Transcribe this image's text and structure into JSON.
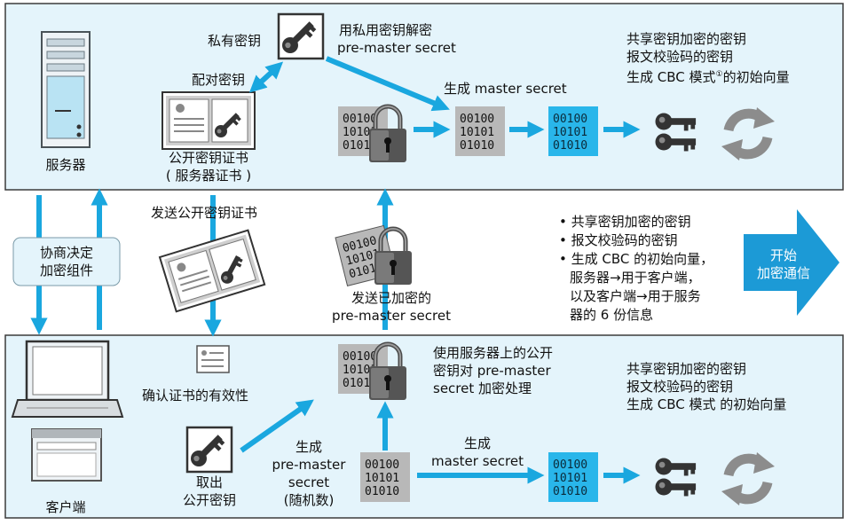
{
  "server": {
    "label": "服务器",
    "private_key_label": "私有密钥",
    "pair_label": "配对密钥",
    "decrypt_line1": "用私用密钥解密",
    "decrypt_line2": "pre-master secret",
    "cert_line1": "公开密钥证书",
    "cert_line2": "( 服务器证书 )",
    "generate_master": "生成 master secret",
    "keys_line1": "共享密钥加密的密钥",
    "keys_line2": "报文校验码的密钥",
    "keys_line3_pre": "生成 CBC 模式",
    "keys_line3_sup": "①",
    "keys_line3_post": "的初始向量",
    "binary_line1": "00100",
    "binary_line2": "10101",
    "binary_line3": "01010"
  },
  "middle": {
    "negotiate_line1": "协商决定",
    "negotiate_line2": "加密组件",
    "send_cert": "发送公开密钥证书",
    "send_encrypted_line1": "发送已加密的",
    "send_encrypted_line2": "pre-master secret",
    "bullets": [
      "共享密钥加密的密钥",
      "报文校验码的密钥",
      "生成 CBC 的初始向量，",
      "服务器→用于客户端，",
      "以及客户端→用于服务",
      "器的 6 份信息"
    ],
    "start_line1": "开始",
    "start_line2": "加密通信"
  },
  "client": {
    "label": "客户端",
    "verify_cert": "确认证书的有效性",
    "encrypt_line1": "使用服务器上的公开",
    "encrypt_line2": "密钥对 pre-master",
    "encrypt_line3": "secret 加密处理",
    "take_key_line1": "取出",
    "take_key_line2": "公开密钥",
    "gen_pm_line1": "生成",
    "gen_pm_line2": "pre-master",
    "gen_pm_line3": "secret",
    "gen_pm_line4": "(随机数)",
    "gen_master_line1": "生成",
    "gen_master_line2": "master secret",
    "keys_line1": "共享密钥加密的密钥",
    "keys_line2": "报文校验码的密钥",
    "keys_line3": "生成 CBC 模式 的初始向量"
  },
  "colors": {
    "panel_fill": "#e4f4fb",
    "panel_border": "#3b3b3b",
    "arrow": "#1aa7df",
    "binary_gray": "#b8b8b8",
    "binary_blue": "#29b6ea",
    "start_arrow": "#1c9ad6"
  }
}
